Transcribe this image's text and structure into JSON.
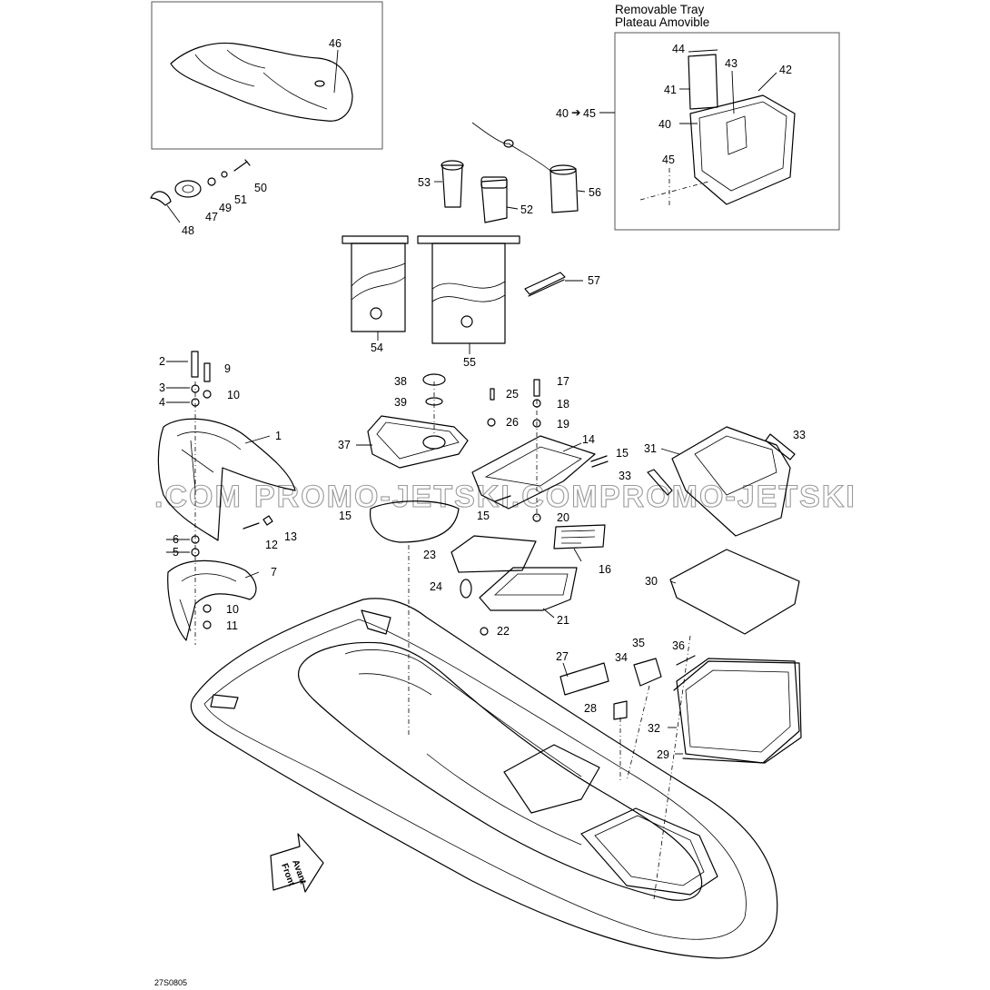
{
  "diagram": {
    "figure_code": "27S0805",
    "tray_box_title_en": "Removable Tray",
    "tray_box_title_fr": "Plateau Amovible",
    "tray_range_from": "40",
    "tray_range_to": "45",
    "front_label_en": "Front",
    "front_label_fr": "Avant",
    "watermark": [
      ".COM",
      "PROMO-JETSKI.COM",
      "PROMO-JETSKI"
    ],
    "callouts": [
      "1",
      "2",
      "3",
      "4",
      "5",
      "6",
      "7",
      "9",
      "10",
      "10",
      "11",
      "12",
      "13",
      "14",
      "15",
      "15",
      "15",
      "16",
      "17",
      "18",
      "19",
      "20",
      "21",
      "22",
      "23",
      "24",
      "25",
      "26",
      "27",
      "28",
      "29",
      "30",
      "31",
      "32",
      "33",
      "33",
      "34",
      "35",
      "36",
      "37",
      "38",
      "39",
      "40",
      "41",
      "42",
      "43",
      "44",
      "45",
      "46",
      "47",
      "48",
      "49",
      "50",
      "51",
      "52",
      "53",
      "54",
      "55",
      "56",
      "57"
    ]
  }
}
